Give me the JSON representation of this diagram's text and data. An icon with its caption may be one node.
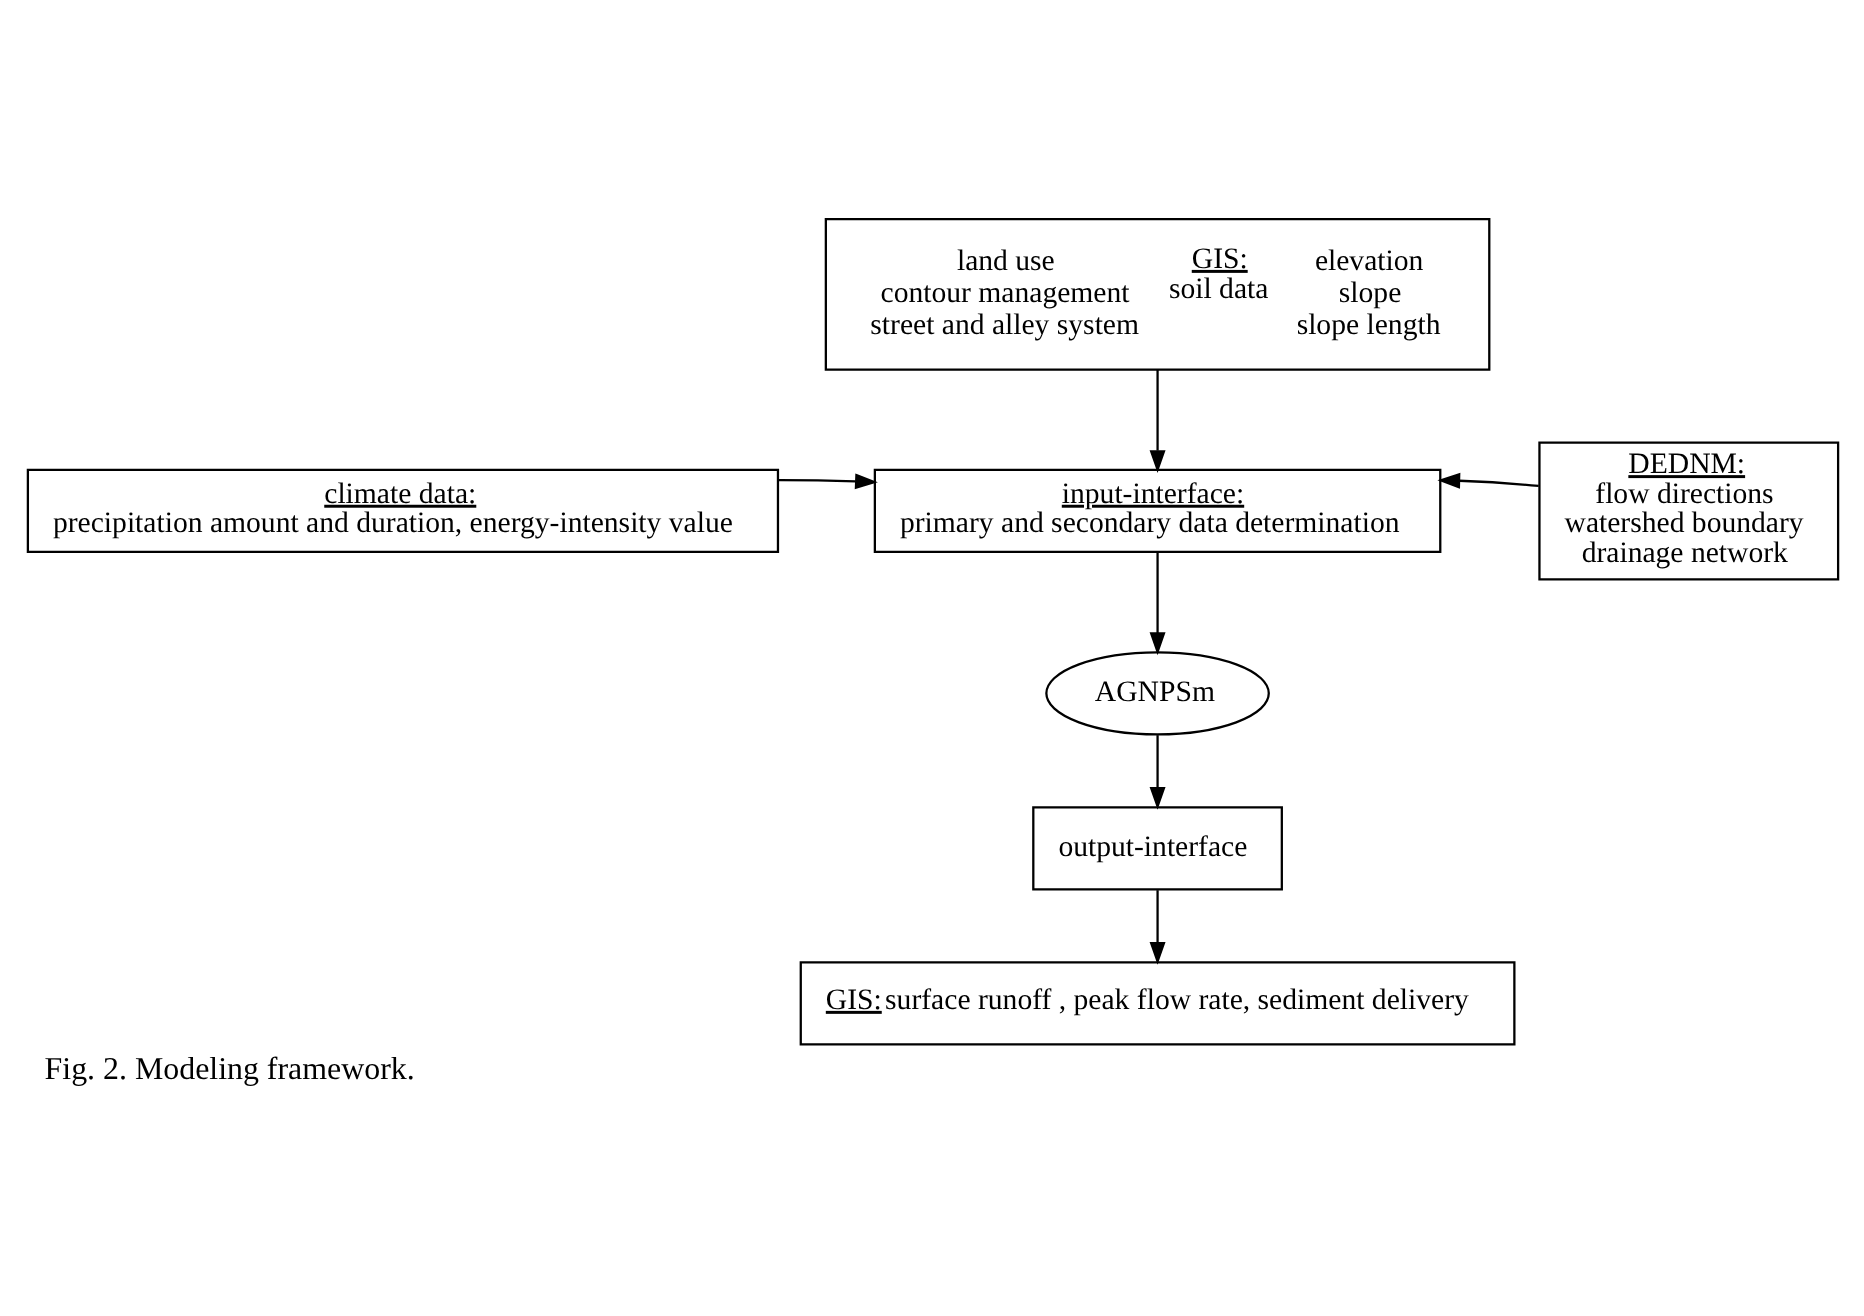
{
  "diagram": {
    "caption": "Fig. 2. Modeling framework.",
    "nodes": [
      {
        "text": [
          "land use",
          "contour management",
          "street and alley system",
          "GIS:",
          "soil data",
          "elevation",
          "slope",
          "slope length"
        ]
      },
      {
        "text": [
          "climate data:",
          "precipitation amount and duration, energy-intensity value"
        ]
      },
      {
        "text": [
          "input-interface:",
          "primary and secondary data determination"
        ]
      },
      {
        "text": [
          "DEDNM:",
          "flow directions",
          "watershed boundary",
          "drainage network"
        ]
      },
      {
        "text": [
          "AGNPSm"
        ]
      },
      {
        "text": [
          "output-interface"
        ]
      },
      {
        "text": [
          "GIS:",
          "surface runoff , peak flow rate, sediment delivery"
        ]
      }
    ],
    "edges": [
      {
        "from": 0,
        "to": 2,
        "arrow": "to"
      },
      {
        "from": 1,
        "to": 2,
        "arrow": "to"
      },
      {
        "from": 3,
        "to": 2,
        "arrow": "to"
      },
      {
        "from": 2,
        "to": 4,
        "arrow": "to"
      },
      {
        "from": 4,
        "to": 5,
        "arrow": "to"
      },
      {
        "from": 5,
        "to": 6,
        "arrow": "to"
      }
    ]
  }
}
